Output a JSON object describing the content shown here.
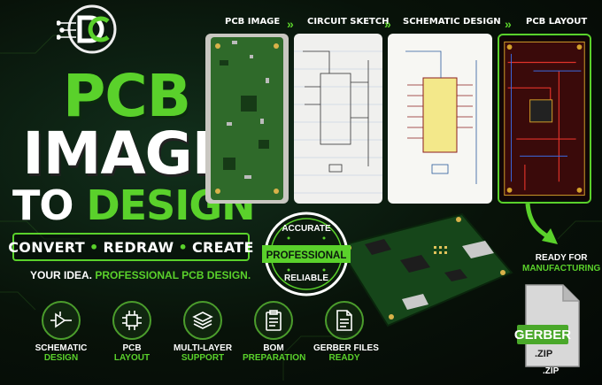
{
  "hero": {
    "line1": "PCB",
    "line2": "IMAGE",
    "line3_white": "TO ",
    "line3_green": "DESIGN"
  },
  "banner": {
    "word1": "CONVERT",
    "word2": "REDRAW",
    "word3": "CREATE",
    "separator": "•"
  },
  "tagline": {
    "white": "YOUR IDEA. ",
    "green": "PROFESSIONAL PCB DESIGN."
  },
  "steps": [
    {
      "label": "PCB IMAGE"
    },
    {
      "label": "CIRCUIT SKETCH"
    },
    {
      "label": "SCHEMATIC DESIGN"
    },
    {
      "label": "PCB LAYOUT"
    }
  ],
  "step_arrow": "»",
  "badge": {
    "top": "ACCURATE",
    "middle": "PROFESSIONAL",
    "bottom": "RELIABLE"
  },
  "ready": {
    "line1": "READY FOR",
    "line2": "MANUFACTURING"
  },
  "zip": {
    "word": "GERBER",
    "ext_inner": ".ZIP",
    "ext_outer": ".ZIP"
  },
  "features": [
    {
      "icon": "schematic-icon",
      "line1": "SCHEMATIC",
      "line2": "DESIGN"
    },
    {
      "icon": "chip-icon",
      "line1": "PCB",
      "line2": "LAYOUT"
    },
    {
      "icon": "layers-icon",
      "line1": "MULTI-LAYER",
      "line2": "SUPPORT"
    },
    {
      "icon": "clipboard-icon",
      "line1": "BOM",
      "line2": "PREPARATION"
    },
    {
      "icon": "document-icon",
      "line1": "GERBER FILES",
      "line2": "READY"
    }
  ],
  "colors": {
    "accent_green": "#5ad12b",
    "dark_bg": "#06100a",
    "pcb_green": "#1e5a20"
  }
}
